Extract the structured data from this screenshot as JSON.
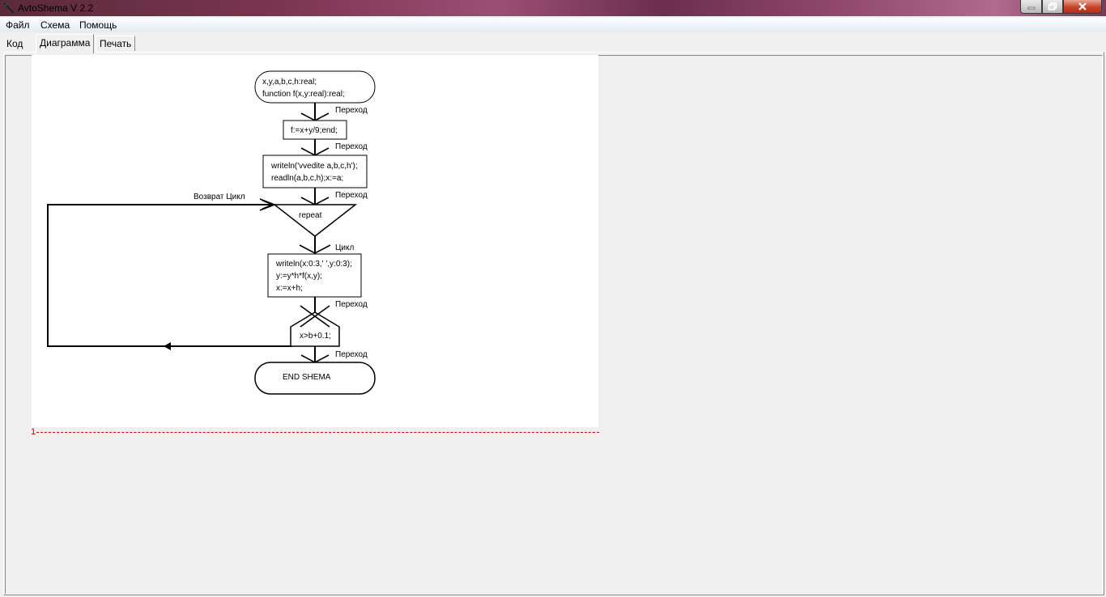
{
  "window": {
    "title": "AvtoShema V 2.2"
  },
  "menu": {
    "items": [
      "Файл",
      "Схема",
      "Помощь"
    ]
  },
  "tabs": [
    "Код",
    "Диаграмма",
    "Печать"
  ],
  "page_number": "1",
  "diagram": {
    "start_lines": [
      "x,y,a,b,c,h:real;",
      "function f(x,y:real):real;"
    ],
    "func_body": "f:=x+y/9;end;",
    "input_lines": [
      "writeln('vvedite a,b,c,h');",
      "readln(a,b,c,h);x:=a;"
    ],
    "loop_label": "repeat",
    "body_lines": [
      "writeln(x:0:3,'  ',y:0:3);",
      "y:=y*h*f(x,y);",
      "x:=x+h;"
    ],
    "condition": "x>b+0.1;",
    "end_label": "END SHEMA",
    "transition_label": "Переход",
    "cycle_label": "Цикл",
    "return_label": "Возврат Цикл"
  }
}
